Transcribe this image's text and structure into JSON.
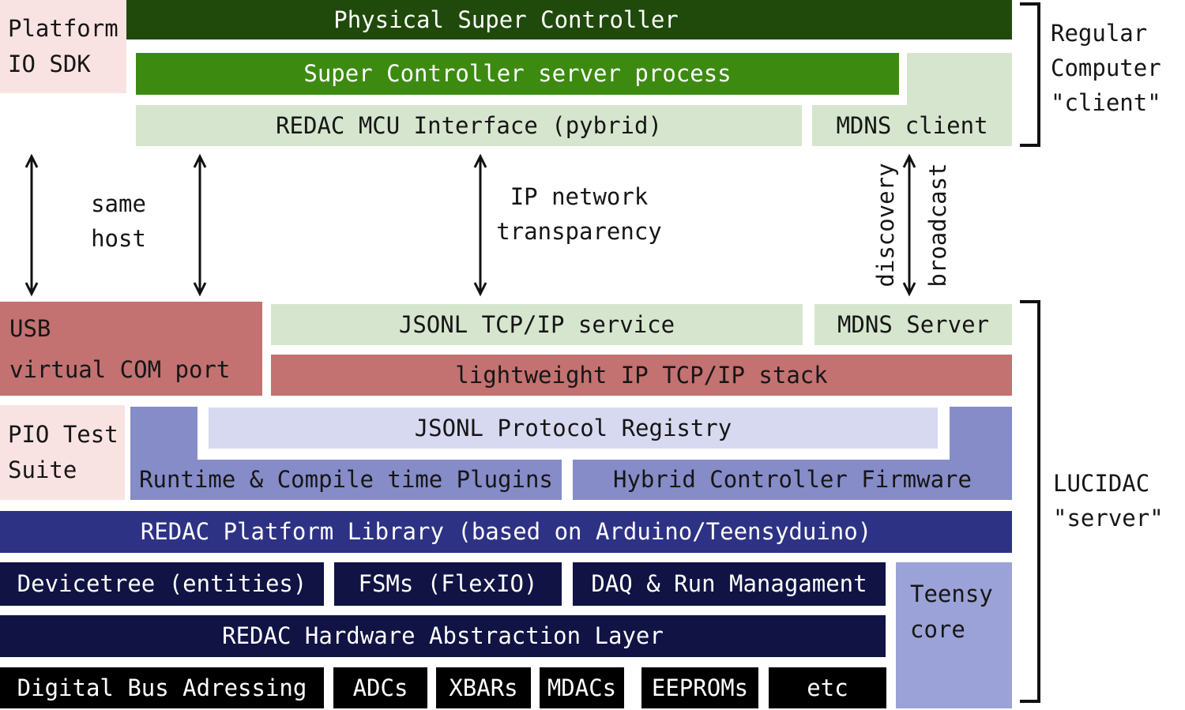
{
  "colors": {
    "darkGreen": "#204a0c",
    "green": "#3c8b10",
    "lightGreen": "#d6e6ce",
    "pink": "#f9e3e2",
    "salmon": "#c37171",
    "periwinkle": "#868cc8",
    "lavender": "#d7d9f0",
    "periwinkleLight": "#9ba2d7",
    "navy": "#2e3285",
    "darkNavy": "#101344",
    "black": "#000000",
    "line": "#111111"
  },
  "client_stack": {
    "physical_super_controller": "Physical Super Controller",
    "platform_io_sdk": "Platform\nIO SDK",
    "super_controller_server_process": "Super Controller server process",
    "redac_mcu_interface": "REDAC MCU Interface (pybrid)",
    "mdns_client": "MDNS client"
  },
  "links": {
    "same_host": "same\nhost",
    "ip_network_transparency": "IP network\ntransparency",
    "discovery": "discovery",
    "broadcast": "broadcast"
  },
  "server_stack": {
    "usb_virtual_com": "USB\nvirtual COM port",
    "jsonl_tcp_service": "JSONL TCP/IP service",
    "mdns_server": "MDNS Server",
    "lwip_stack": "lightweight IP TCP/IP stack",
    "pio_test_suite": "PIO Test\nSuite",
    "jsonl_protocol_registry": "JSONL Protocol Registry",
    "runtime_plugins": "Runtime & Compile time Plugins",
    "hybrid_firmware": "Hybrid Controller Firmware",
    "platform_library": "REDAC Platform Library (based on Arduino/Teensyduino)",
    "devicetree": "Devicetree (entities)",
    "fsms": "FSMs (FlexIO)",
    "daq_run": "DAQ & Run Managament",
    "teensy_core": "Teensy\ncore",
    "hal": "REDAC Hardware Abstraction Layer",
    "hw_boxes": [
      "Digital Bus Adressing",
      "ADCs",
      "XBARs",
      "MDACs",
      "EEPROMs",
      "etc"
    ]
  },
  "brackets": {
    "client_label": "Regular\nComputer\n\"client\"",
    "server_label": "LUCIDAC\n\"server\""
  }
}
